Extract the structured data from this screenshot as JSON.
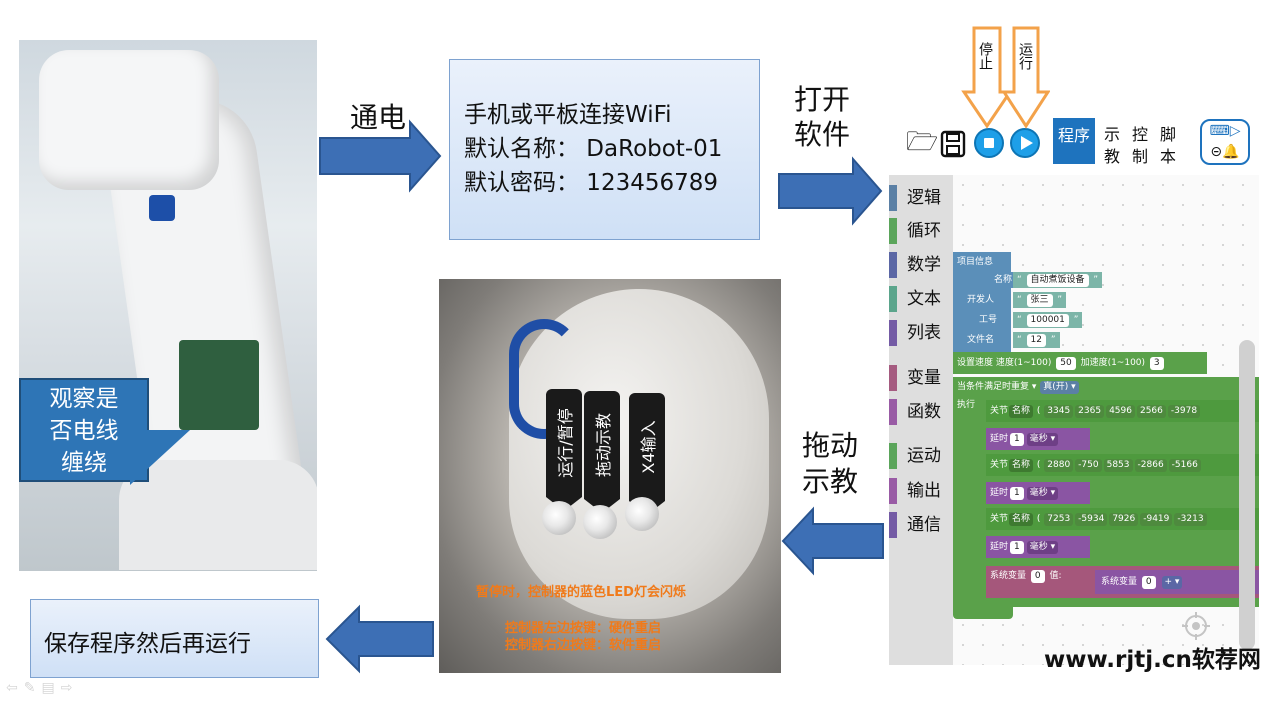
{
  "labels": {
    "power_on": "通电",
    "open_software": [
      "打开",
      "软件"
    ],
    "drag_teach": [
      "拖动",
      "示教"
    ]
  },
  "callout": {
    "lines": [
      "观察是",
      "否电线",
      "缠绕"
    ]
  },
  "wifi_box": {
    "lines": [
      "手机或平板连接WiFi",
      "默认名称： DaRobot-01",
      "默认密码： 123456789"
    ]
  },
  "save_box": {
    "text": "保存程序然后再运行"
  },
  "controller_photo": {
    "tags": [
      "运行/暂停",
      "拖动示教",
      "X4输入"
    ],
    "notes": [
      "暂停时，控制器的蓝色LED灯会闪烁",
      "控制器左边按键：硬件重启",
      "控制器右边按键：软件重启"
    ]
  },
  "toolbar": {
    "stop_label": "停止",
    "run_label": "运行",
    "tabs": {
      "program": "程序",
      "teach": [
        "示",
        "教"
      ],
      "control": [
        "控",
        "制"
      ],
      "script": [
        "脚",
        "本"
      ]
    },
    "icons": [
      "folder-open-icon",
      "save-icon",
      "stop-icon",
      "play-icon",
      "robot-link-icon"
    ],
    "accent": "#1e73be",
    "arrow_color": "#f3a24a"
  },
  "categories": [
    {
      "label": "逻辑",
      "color": "#5b80a5"
    },
    {
      "label": "循环",
      "color": "#5ba55b"
    },
    {
      "label": "数学",
      "color": "#5b67a5"
    },
    {
      "label": "文本",
      "color": "#5ba58c"
    },
    {
      "label": "列表",
      "color": "#745ba5"
    },
    {
      "label": "变量",
      "color": "#a55b80"
    },
    {
      "label": "函数",
      "color": "#995ba5"
    },
    {
      "label": "运动",
      "color": "#5ba55b"
    },
    {
      "label": "输出",
      "color": "#995ba5"
    },
    {
      "label": "通信",
      "color": "#745ba5"
    }
  ],
  "blocks": {
    "project_info": "项目信息",
    "name_label": "名称",
    "name_value": "自动煮饭设备",
    "developer_label": "开发人",
    "developer_value": "张三",
    "employee_label": "工号",
    "employee_value": "100001",
    "filename_label": "文件名",
    "filename_value": "12",
    "speed_label": "设置速度",
    "speed_text": "速度(1~100)",
    "speed_value": "50",
    "accel_text": "加速度(1~100)",
    "accel_value": "3",
    "repeat_label": "当条件满足时重复 ▾",
    "repeat_value": "真(开) ▾",
    "exec_label": "执行",
    "joint_label": "关节",
    "joint_name": "名称",
    "joints": [
      [
        "3345",
        "2365",
        "4596",
        "2566",
        "-3978"
      ],
      [
        "2880",
        "-750",
        "5853",
        "-2866",
        "-5166"
      ],
      [
        "7253",
        "-5934",
        "7926",
        "-9419",
        "-3213"
      ]
    ],
    "delay_label": "延时",
    "delay_value": "1",
    "delay_unit": "毫秒 ▾",
    "sysvar_label": "系统变量",
    "sysvar_value": "0",
    "value_label": "值:",
    "sysvar_inner": "系统变量",
    "sysvar_inner_value": "0",
    "op": "+ ▾"
  },
  "watermark": "www.rjtj.cn软荐网"
}
